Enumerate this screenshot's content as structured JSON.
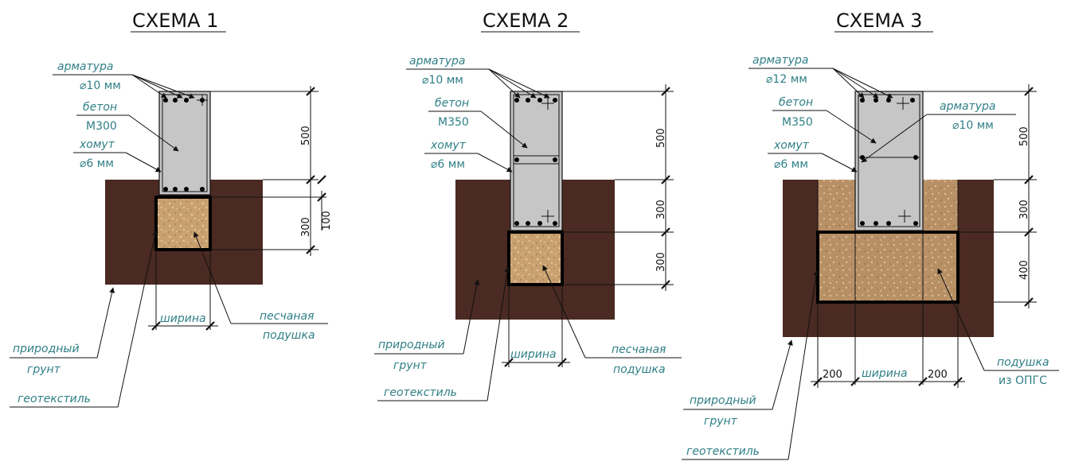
{
  "palette": {
    "soil": "#4a2a22",
    "sand": "#c9a170",
    "gravel": "#b89066",
    "concrete": "#c6c6c6",
    "label_color": "#2f7f86"
  },
  "schemes": [
    {
      "title": "СХЕМА 1",
      "labels": {
        "rebar_top": "арматура",
        "rebar_top_dia": "⌀10 мм",
        "concrete": "бетон",
        "concrete_grade": "М300",
        "stirrup": "хомут",
        "stirrup_dia": "⌀6 мм",
        "natural_soil_1": "природный",
        "natural_soil_2": "грунт",
        "geotextile": "геотекстиль",
        "cushion_1": "песчаная",
        "cushion_2": "подушка",
        "width": "ширина"
      },
      "dims": {
        "d1": "500",
        "d2": "300",
        "d3": "100"
      }
    },
    {
      "title": "СХЕМА 2",
      "labels": {
        "rebar_top": "арматура",
        "rebar_top_dia": "⌀10 мм",
        "concrete": "бетон",
        "concrete_grade": "М350",
        "stirrup": "хомут",
        "stirrup_dia": "⌀6 мм",
        "natural_soil_1": "природный",
        "natural_soil_2": "грунт",
        "geotextile": "геотекстиль",
        "cushion_1": "песчаная",
        "cushion_2": "подушка",
        "width": "ширина"
      },
      "dims": {
        "d1": "500",
        "d2": "300",
        "d3": "300"
      }
    },
    {
      "title": "СХЕМА 3",
      "labels": {
        "rebar_top": "арматура",
        "rebar_top_dia": "⌀12 мм",
        "rebar_side": "арматура",
        "rebar_side_dia": "⌀10 мм",
        "concrete": "бетон",
        "concrete_grade": "М350",
        "stirrup": "хомут",
        "stirrup_dia": "⌀6 мм",
        "natural_soil_1": "природный",
        "natural_soil_2": "грунт",
        "geotextile": "геотекстиль",
        "cushion_1": "подушка",
        "cushion_2": "из ОПГС",
        "width": "ширина",
        "offset_left": "200",
        "offset_right": "200"
      },
      "dims": {
        "d1": "500",
        "d2": "300",
        "d3": "400"
      }
    }
  ]
}
